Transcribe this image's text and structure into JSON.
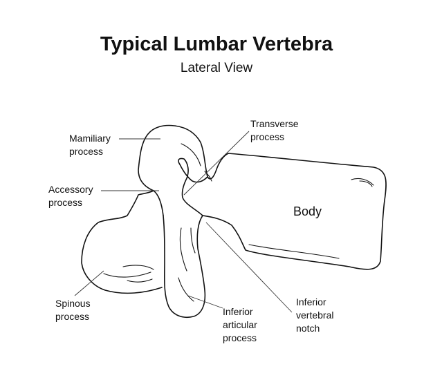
{
  "title": "Typical Lumbar Vertebra",
  "subtitle": "Lateral View",
  "labels": {
    "mamillary": [
      "Mamiliary",
      "process"
    ],
    "accessory": [
      "Accessory",
      "process"
    ],
    "spinous": [
      "Spinous",
      "process"
    ],
    "transverse": [
      "Transverse",
      "process"
    ],
    "body": "Body",
    "inferior_articular": [
      "Inferior",
      "articular",
      "process"
    ],
    "inferior_vertebral_notch": [
      "Inferior",
      "vertebral",
      "notch"
    ]
  },
  "colors": {
    "line": "#111111",
    "background": "#ffffff"
  }
}
